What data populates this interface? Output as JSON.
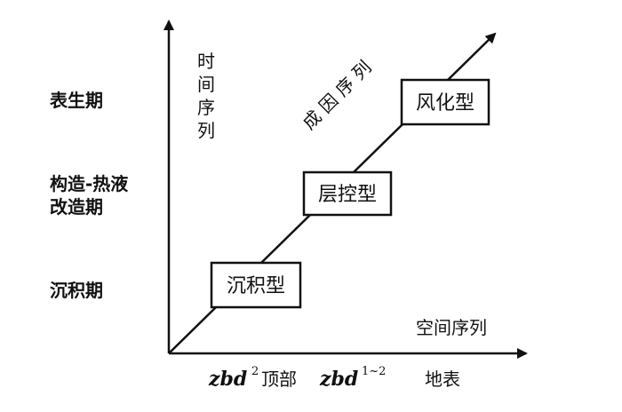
{
  "axes": {
    "y_title_chars": [
      "时",
      "间",
      "序",
      "列"
    ],
    "x_title": "空间序列",
    "diagonal_title": "成 因 序 列"
  },
  "stages": {
    "top": "表生期",
    "middle_line1": "构造-热液",
    "middle_line2": "改造期",
    "bottom": "沉积期"
  },
  "boxes": {
    "low": "沉积型",
    "mid": "层控型",
    "high": "风化型"
  },
  "x_ticks": {
    "t1_main": "zbd",
    "t1_sup": "2",
    "t1_suffix": "顶部",
    "t2_main": "zbd",
    "t2_sup": "1~2",
    "t3": "地表"
  },
  "colors": {
    "line": "#111111",
    "box_fill": "#ffffff"
  }
}
